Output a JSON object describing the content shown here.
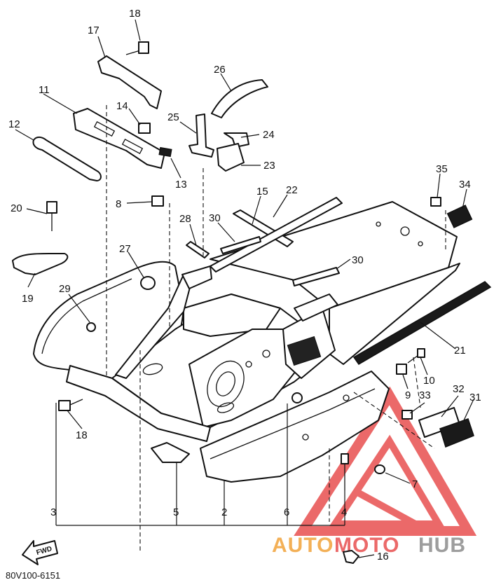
{
  "diagram": {
    "drawing_code": "80V100-6151",
    "fwd_label": "FWD",
    "callouts": [
      {
        "id": "c1",
        "text": "18"
      },
      {
        "id": "c2",
        "text": "17"
      },
      {
        "id": "c3",
        "text": "11"
      },
      {
        "id": "c4",
        "text": "14"
      },
      {
        "id": "c5",
        "text": "12"
      },
      {
        "id": "c6",
        "text": "13"
      },
      {
        "id": "c7",
        "text": "26"
      },
      {
        "id": "c8",
        "text": "25"
      },
      {
        "id": "c9",
        "text": "24"
      },
      {
        "id": "c10",
        "text": "23"
      },
      {
        "id": "c11",
        "text": "35"
      },
      {
        "id": "c12",
        "text": "34"
      },
      {
        "id": "c13",
        "text": "20"
      },
      {
        "id": "c14",
        "text": "8"
      },
      {
        "id": "c15",
        "text": "15"
      },
      {
        "id": "c16",
        "text": "22"
      },
      {
        "id": "c17",
        "text": "28"
      },
      {
        "id": "c18",
        "text": "30"
      },
      {
        "id": "c19",
        "text": "19"
      },
      {
        "id": "c20",
        "text": "27"
      },
      {
        "id": "c21",
        "text": "30"
      },
      {
        "id": "c22",
        "text": "29"
      },
      {
        "id": "c23",
        "text": "21"
      },
      {
        "id": "c24",
        "text": "10"
      },
      {
        "id": "c25",
        "text": "9"
      },
      {
        "id": "c26",
        "text": "33"
      },
      {
        "id": "c27",
        "text": "32"
      },
      {
        "id": "c28",
        "text": "31"
      },
      {
        "id": "c29",
        "text": "18"
      },
      {
        "id": "c30",
        "text": "7"
      },
      {
        "id": "c31",
        "text": "3"
      },
      {
        "id": "c32",
        "text": "5"
      },
      {
        "id": "c33",
        "text": "2"
      },
      {
        "id": "c34",
        "text": "6"
      },
      {
        "id": "c35",
        "text": "4"
      },
      {
        "id": "c36",
        "text": "16"
      }
    ]
  },
  "watermark": {
    "text_auto": "AUTO",
    "text_moto": "MOTO",
    "text_hub": "HUB",
    "color_red": "#e8504f",
    "color_orange": "#f2a33a",
    "color_gray": "#8c8c8c"
  }
}
